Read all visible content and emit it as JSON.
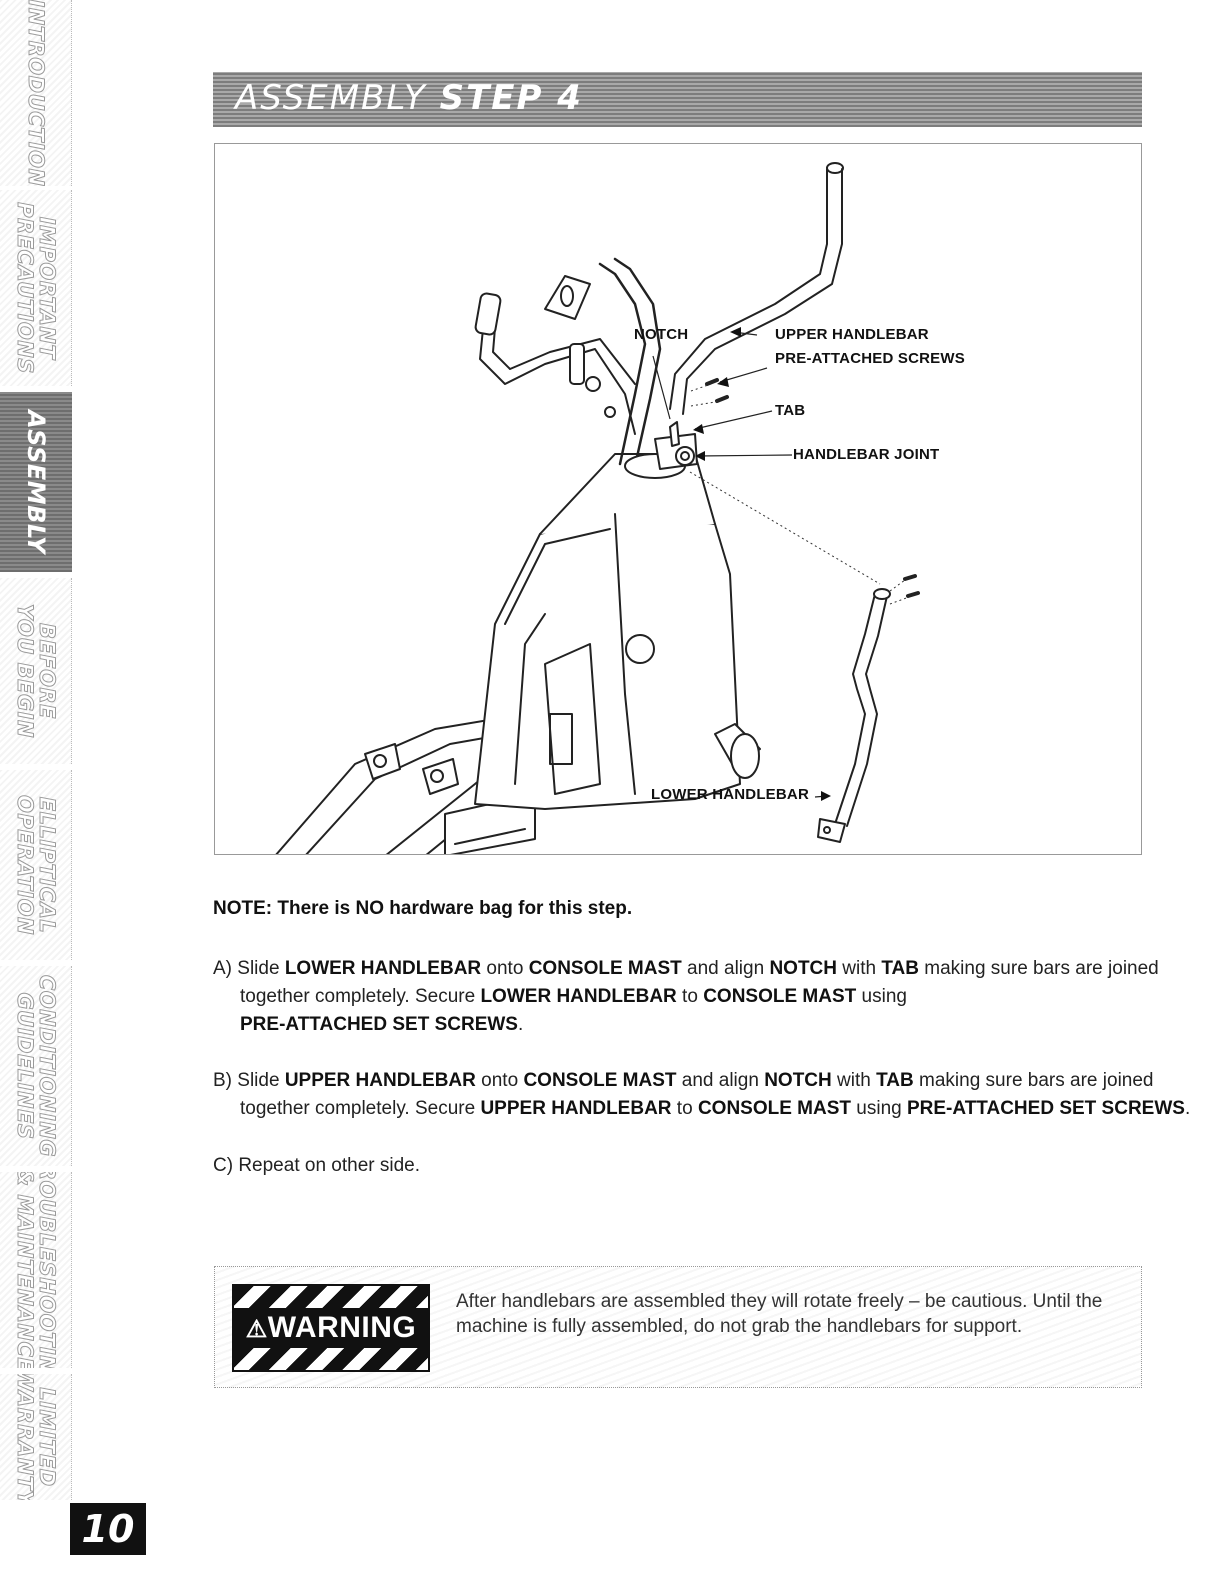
{
  "side_tabs": [
    {
      "label": "INTRODUCTION",
      "active": false
    },
    {
      "label": "IMPORTANT\nPRECAUTIONS",
      "active": false
    },
    {
      "label": "ASSEMBLY",
      "active": true
    },
    {
      "label": "BEFORE\nYOU BEGIN",
      "active": false
    },
    {
      "label": "ELLIPTICAL\nOPERATION",
      "active": false
    },
    {
      "label": "CONDITIONING\nGUIDELINES",
      "active": false
    },
    {
      "label": "TROUBLESHOOTING\n& MAINTENANCE",
      "active": false
    },
    {
      "label": "LIMITED\nWARRANTY",
      "active": false
    }
  ],
  "page_number": "10",
  "header": {
    "title_light": "ASSEMBLY",
    "title_bold": "STEP 4"
  },
  "diagram": {
    "callouts": {
      "notch": "NOTCH",
      "upper_handlebar": "UPPER HANDLEBAR",
      "pre_attached_screws": "PRE-ATTACHED SCREWS",
      "tab": "TAB",
      "handlebar_joint": "HANDLEBAR JOINT",
      "lower_handlebar": "LOWER HANDLEBAR"
    }
  },
  "note": "NOTE: There is NO hardware bag for this step.",
  "steps": {
    "a": {
      "prefix": "A) Slide ",
      "b1": "LOWER HANDLEBAR",
      "t1": " onto ",
      "b2": "CONSOLE MAST",
      "t2": " and align ",
      "b3": "NOTCH",
      "t3": " with ",
      "b4": "TAB",
      "t4": " making sure bars are joined",
      "l2_t1": "together completely. Secure ",
      "l2_b1": "LOWER HANDLEBAR",
      "l2_t2": " to ",
      "l2_b2": "CONSOLE MAST",
      "l2_t3": " using",
      "l3_b1": "PRE-ATTACHED SET SCREWS",
      "l3_t1": "."
    },
    "b": {
      "prefix": "B) Slide ",
      "b1": "UPPER HANDLEBAR",
      "t1": " onto ",
      "b2": "CONSOLE MAST",
      "t2": " and align ",
      "b3": "NOTCH",
      "t3": " with ",
      "b4": "TAB",
      "t4": " making sure bars are joined",
      "l2_t1": "together completely. Secure ",
      "l2_b1": "UPPER HANDLEBAR",
      "l2_t2": " to ",
      "l2_b2": "CONSOLE MAST",
      "l2_t3": " using ",
      "l2_b3": "PRE-ATTACHED SET SCREWS",
      "l2_t4": "."
    },
    "c": "C) Repeat on other side."
  },
  "warning": {
    "badge": "WARNING",
    "line1": "After handlebars are assembled they will rotate freely – be cautious. Until the",
    "line2": "machine is fully assembled, do not grab the handlebars for support."
  }
}
